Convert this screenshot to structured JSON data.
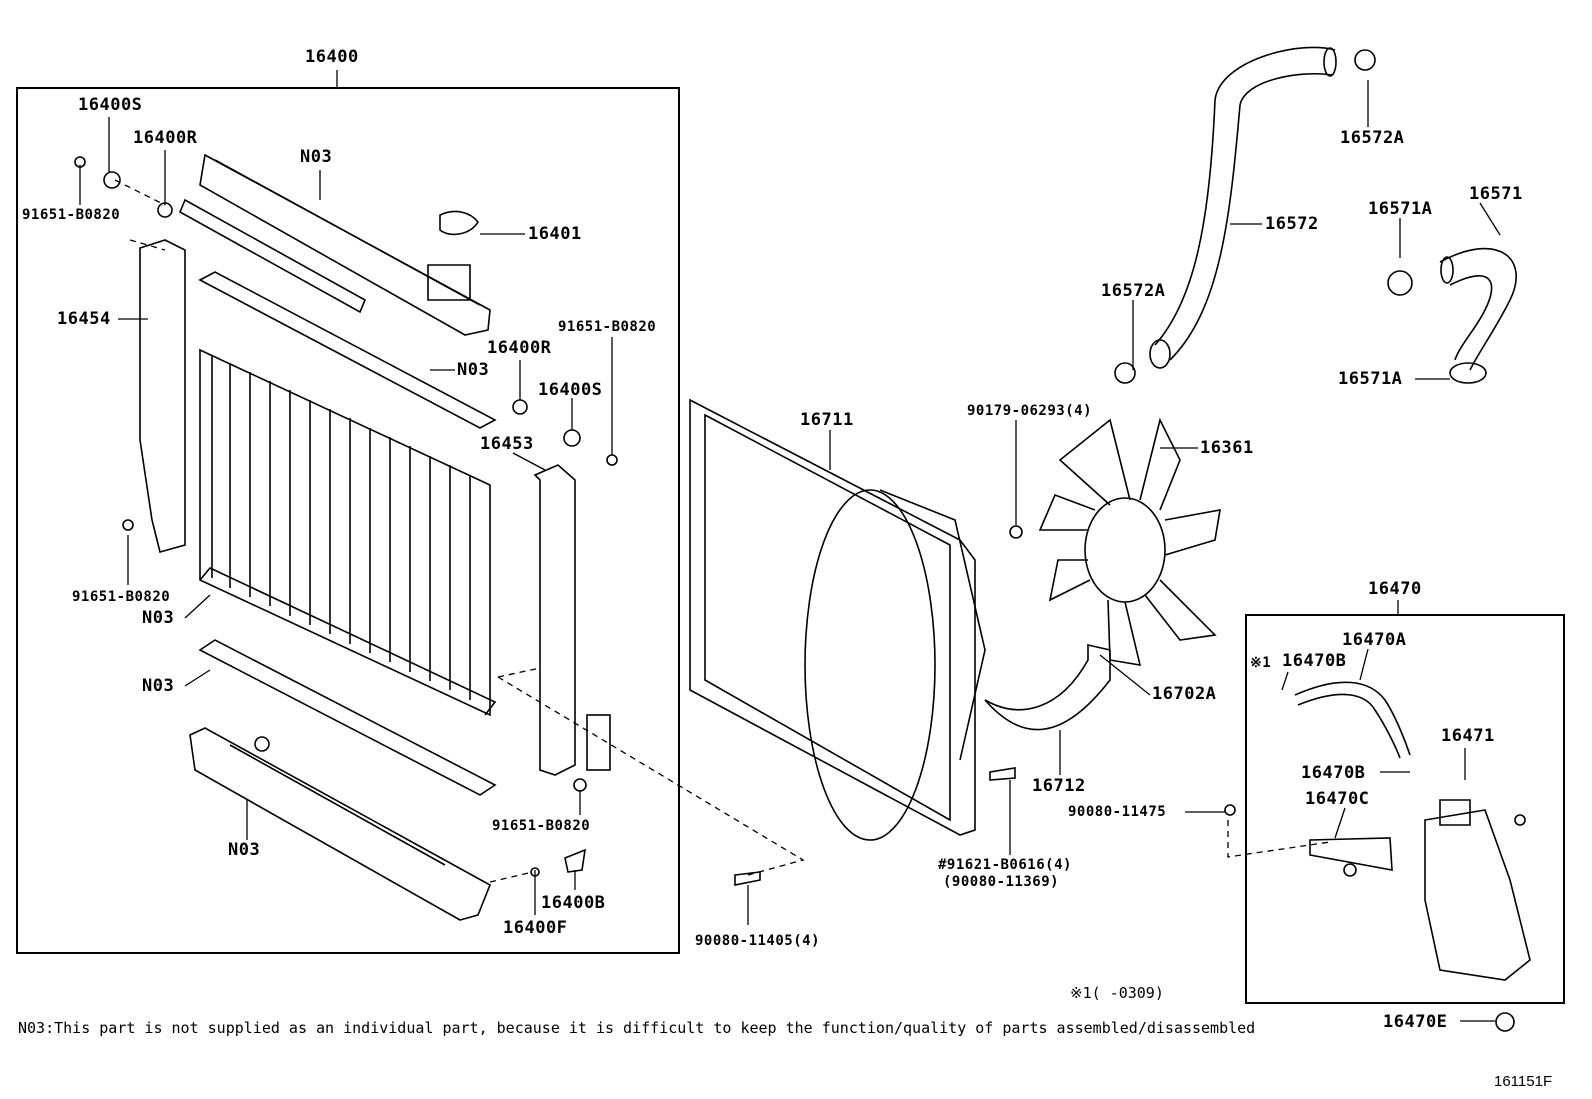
{
  "labels": {
    "p16400": "16400",
    "p16400S_top": "16400S",
    "p16400R_top": "16400R",
    "pN03_top": "N03",
    "p91651_left_top": "91651-B0820",
    "p16401": "16401",
    "p16454": "16454",
    "p91651_right": "91651-B0820",
    "p16400R_mid": "16400R",
    "pN03_mid": "N03",
    "p16400S_mid": "16400S",
    "p16453": "16453",
    "p91651_left_bottom": "91651-B0820",
    "pN03_core": "N03",
    "pN03_lower_seal": "N03",
    "p91651_bottom": "91651-B0820",
    "pN03_tank": "N03",
    "p16400B": "16400B",
    "p16400F": "16400F",
    "p16572A_top": "16572A",
    "p16572": "16572",
    "p16571A_top": "16571A",
    "p16571": "16571",
    "p16572A_left": "16572A",
    "p16571A_bottom": "16571A",
    "p16711": "16711",
    "p90179": "90179-06293(4)",
    "p16361": "16361",
    "p16702A": "16702A",
    "p16712": "16712",
    "p90080_11475": "90080-11475",
    "p91621": "#91621-B0616(4)",
    "p90080_11369": "(90080-11369)",
    "p90080_11405": "90080-11405(4)",
    "p16470": "16470",
    "p16470A": "16470A",
    "p16470B_top": "16470B",
    "note_mark": "※1",
    "p16471": "16471",
    "p16470B_mid": "16470B",
    "p16470C": "16470C",
    "p16470E": "16470E"
  },
  "footnotes": {
    "range_note": "※1(    -0309)",
    "n03_note": "N03:This part is not supplied as an individual part, because it is difficult to keep the function/quality of parts assembled/disassembled",
    "diagram_code": "161151F"
  }
}
